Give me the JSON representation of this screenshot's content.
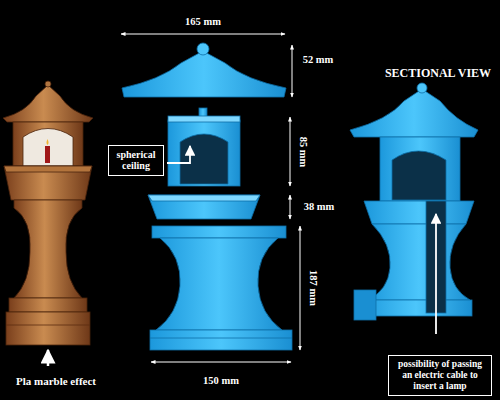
{
  "diagram": {
    "nodes": [
      {
        "text": [
          "spherical ceiling"
        ]
      },
      {
        "text": [
          "possibility of passing an electric cable to insert a lamp"
        ]
      }
    ],
    "labels": [
      "Pla marble effect",
      "165 mm",
      "52 mm",
      "85 mm",
      "38 mm",
      "187 mm",
      "150 mm",
      "SECTIONAL VIEW"
    ]
  }
}
